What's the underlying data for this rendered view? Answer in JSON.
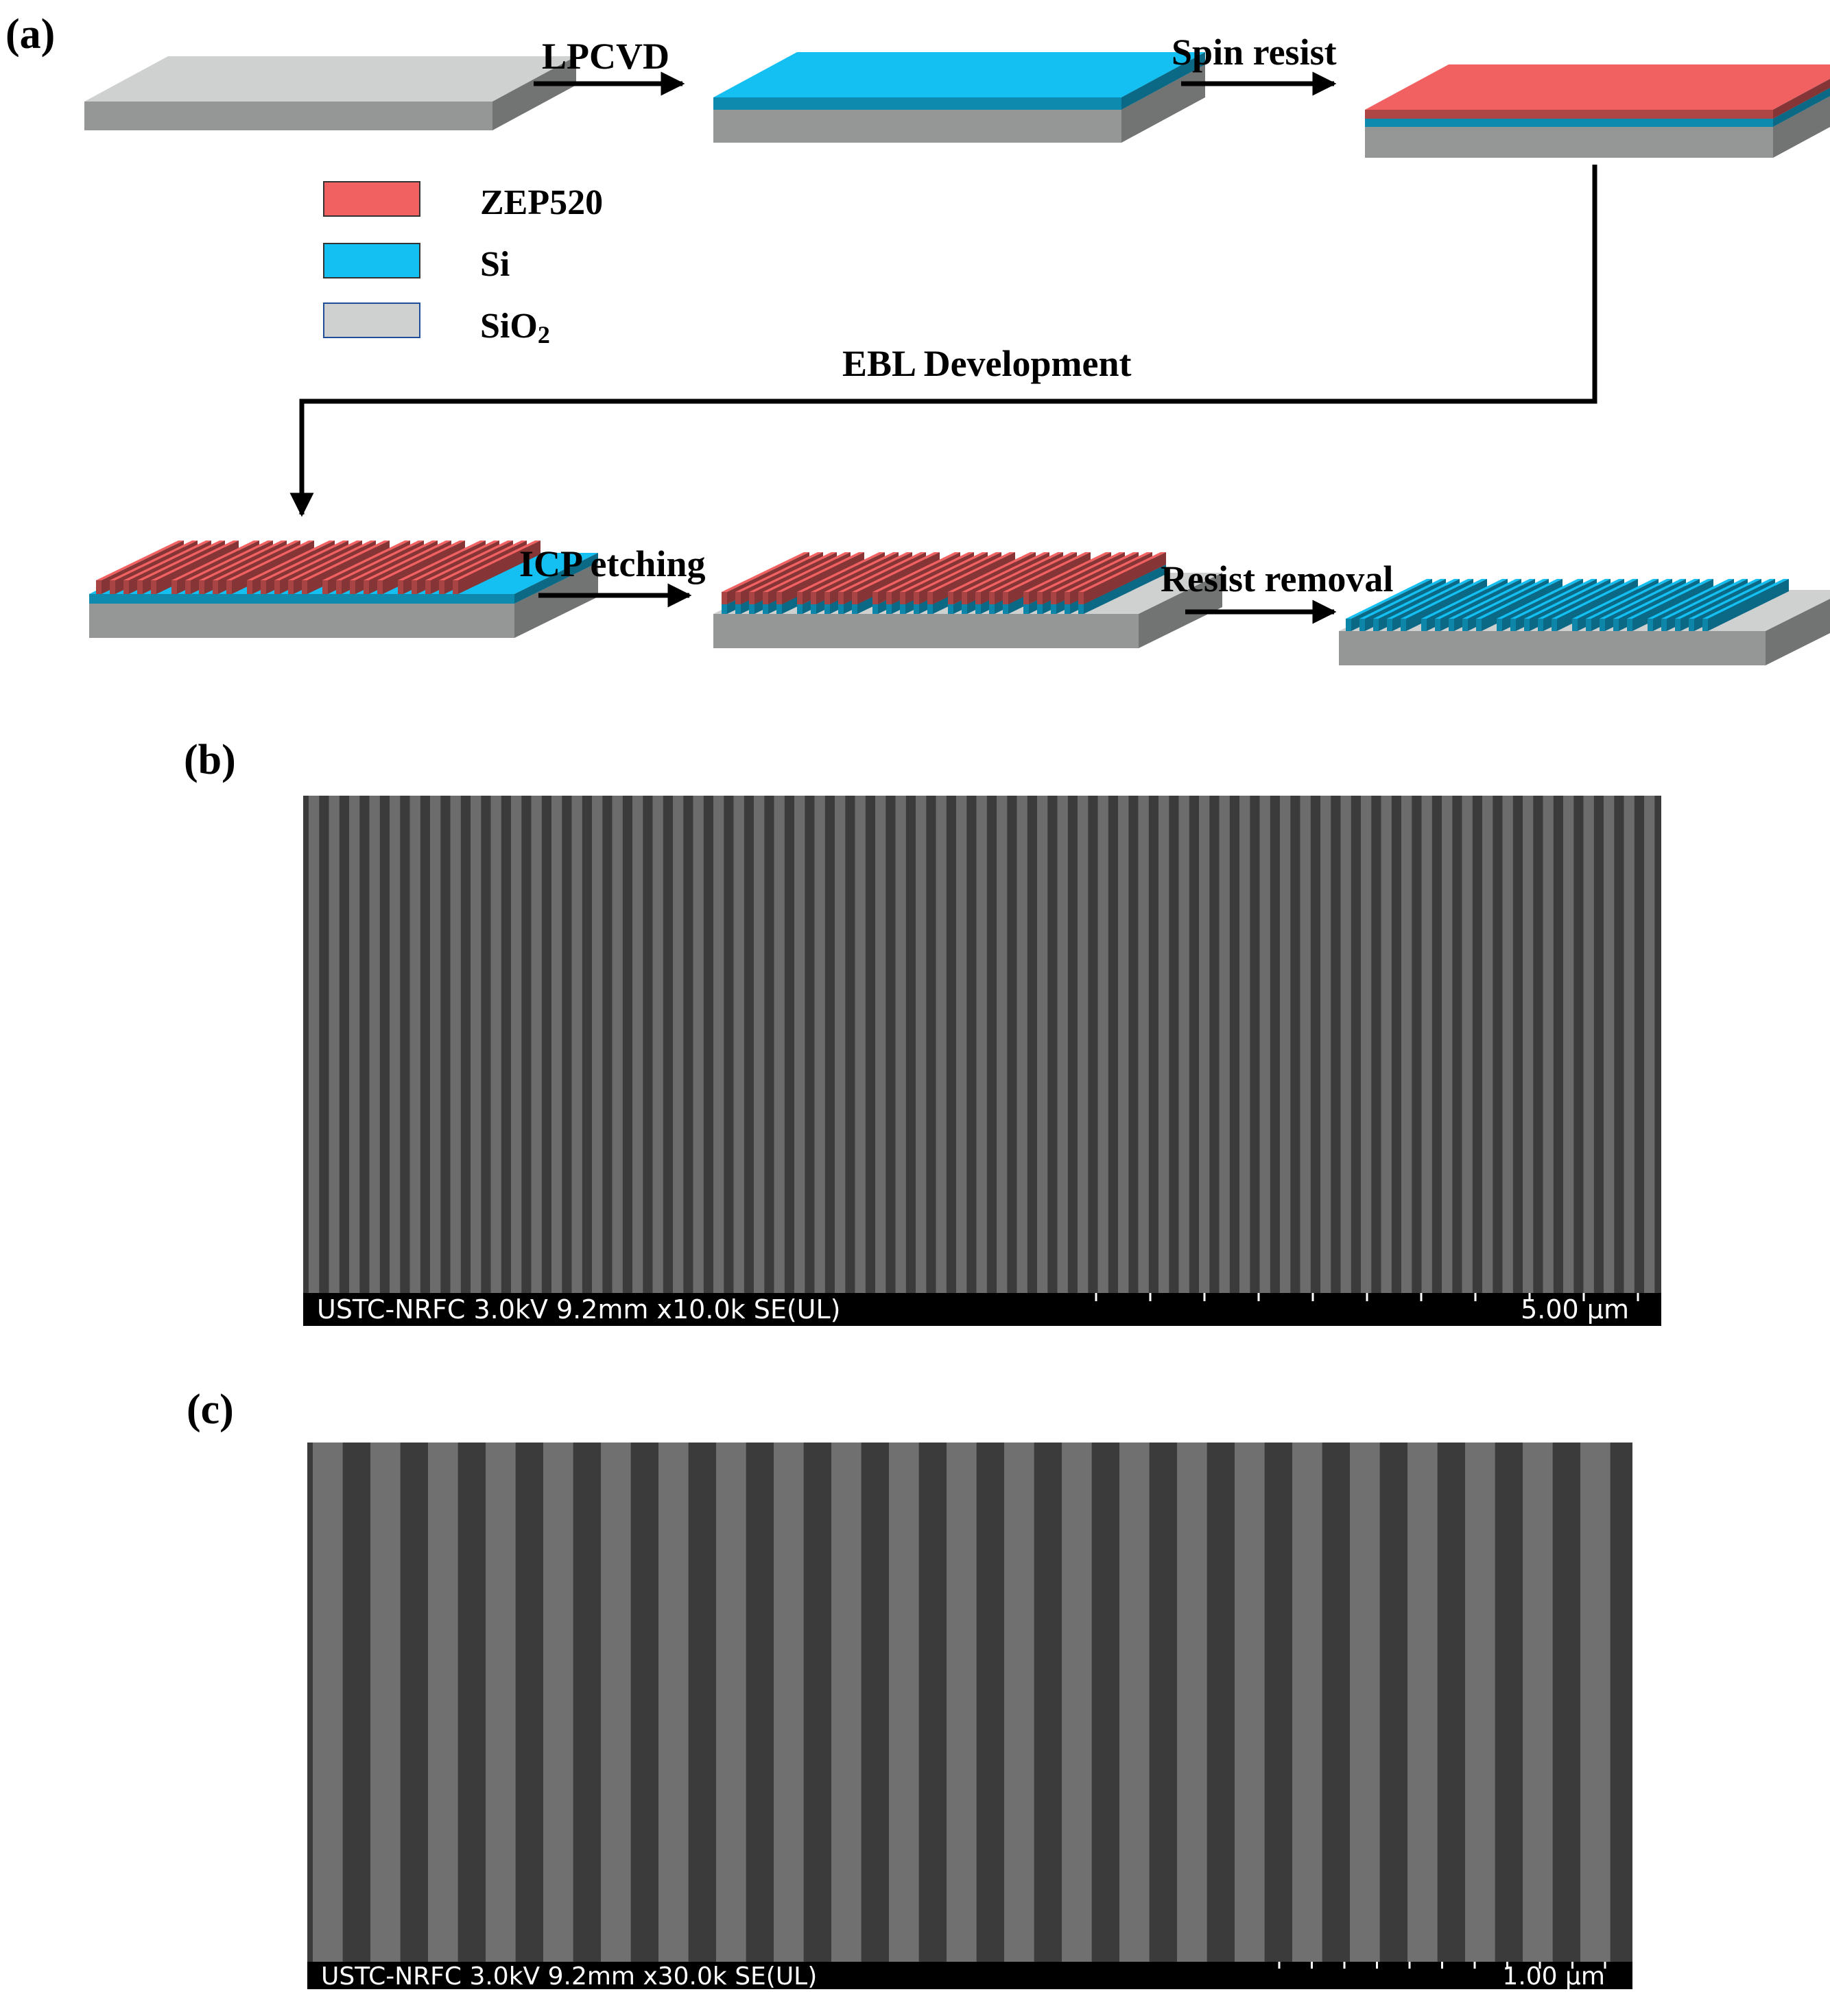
{
  "panels": {
    "a": "(a)",
    "b": "(b)",
    "c": "(c)"
  },
  "steps": {
    "lpcvd": "LPCVD",
    "spin": "Spin resist",
    "ebl": "EBL Development",
    "icp": "ICP etching",
    "removal": "Resist removal"
  },
  "legend": [
    {
      "label": "ZEP520",
      "color": "#f26161"
    },
    {
      "label": "Si",
      "sub": "",
      "color": "#14bff2"
    },
    {
      "label": "SiO",
      "sub": "2",
      "color": "#cfd1d1"
    }
  ],
  "colors": {
    "resist": "#f26161",
    "silicon": "#14bff2",
    "substrate": "#cfd1d1",
    "sem_background": "#3b3b3b"
  },
  "sem_b": {
    "info": "USTC-NRFC 3.0kV 9.2mm x10.0k SE(UL)",
    "scale": "5.00 µm"
  },
  "sem_c": {
    "info": "USTC-NRFC 3.0kV 9.2mm x30.0k SE(UL)",
    "scale": "1.00 µm"
  }
}
